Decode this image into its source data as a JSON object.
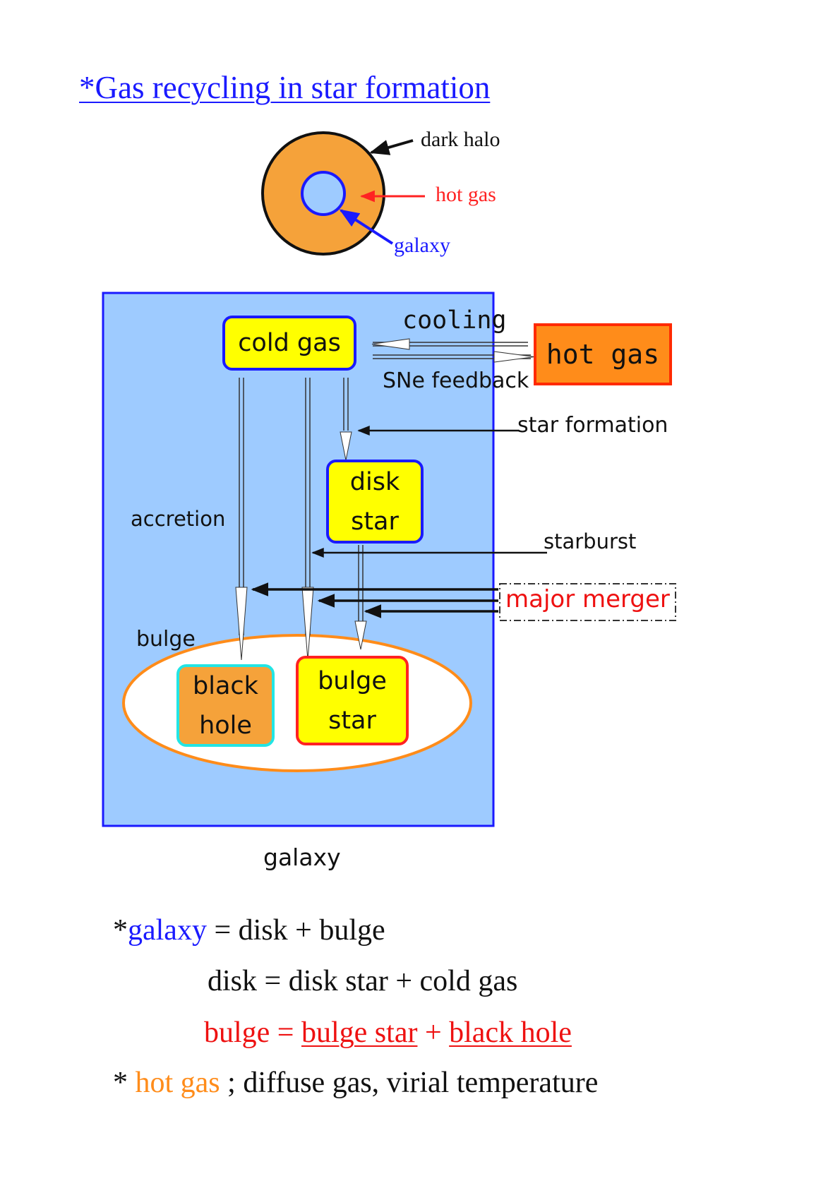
{
  "title": "*Gas recycling in star formation",
  "halo_legend": {
    "dark_halo": "dark halo",
    "hot_gas": "hot gas",
    "galaxy": "galaxy"
  },
  "nodes": {
    "cold_gas": "cold gas",
    "hot_gas": "hot gas",
    "disk_star_line1": "disk",
    "disk_star_line2": "star",
    "black_hole_line1": "black",
    "black_hole_line2": "hole",
    "bulge_star_line1": "bulge",
    "bulge_star_line2": "star",
    "major_merger": "major merger"
  },
  "edge_labels": {
    "cooling": "cooling",
    "sne_feedback": "SNe feedback",
    "star_formation": "star formation",
    "accretion": "accretion",
    "starburst": "starburst",
    "bulge": "bulge",
    "galaxy": "galaxy"
  },
  "notes": {
    "line1_prefix": "*",
    "line1_galaxy": "galaxy",
    "line1_rest": " = disk + bulge",
    "line2": "disk = disk star + cold gas",
    "line3_bulge": "bulge = ",
    "line3_bulge_star": "bulge star",
    "line3_plus": " + ",
    "line3_black_hole": "black hole",
    "line4_prefix": "* ",
    "line4_hot_gas": "hot gas",
    "line4_rest": " ; diffuse gas, virial temperature"
  },
  "colors": {
    "title": "#1a1aff",
    "halo_fill": "#f5a23a",
    "galaxy_fill": "#9ecbff",
    "galaxy_border": "#1a1aff",
    "node_fill": "#ffff00",
    "hot_gas_fill": "#ff8c1a",
    "hot_gas_border": "#ff2a00",
    "bulge_ring": "#ff8c1a",
    "black_hole_fill": "#f5a23a",
    "black_hole_border": "#22e5e5",
    "merger_text": "#ee1111",
    "hot_gas_arrow": "#ff2222"
  }
}
